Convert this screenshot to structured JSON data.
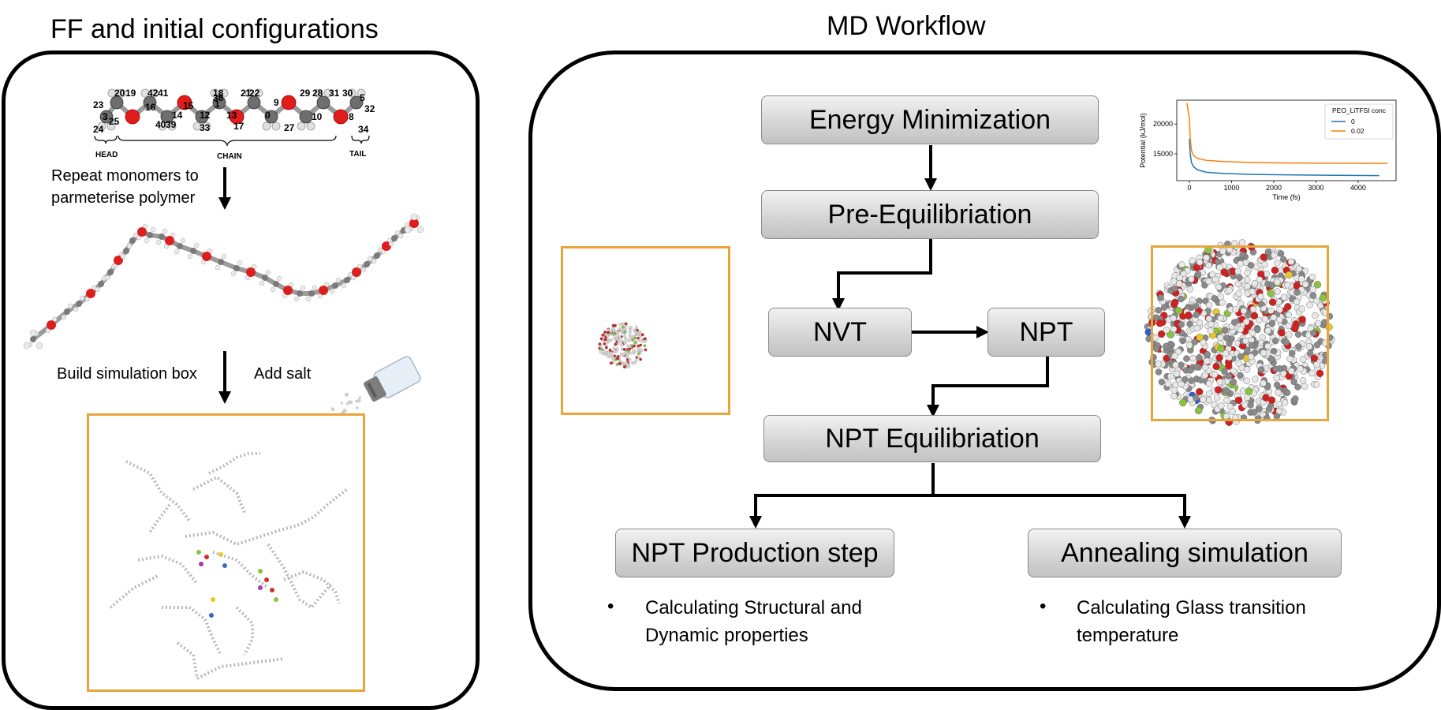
{
  "left_panel": {
    "title": "FF and initial configurations",
    "atom_numbers": [
      "20",
      "19",
      "42",
      "41",
      "15",
      "18",
      "38",
      "1",
      "21",
      "22",
      "29",
      "28",
      "31",
      "30",
      "32",
      "23",
      "3",
      "16",
      "14",
      "12",
      "13",
      "0",
      "9",
      "8",
      "24",
      "25",
      "40",
      "39",
      "33",
      "17",
      "27",
      "10",
      "34",
      "5"
    ],
    "labels": {
      "head": "HEAD",
      "chain": "CHAIN",
      "tail": "TAIL"
    },
    "step1_text_line1": "Repeat monomers to",
    "step1_text_line2": "parmeterise polymer",
    "step2_text": "Build simulation box",
    "step3_text": "Add salt"
  },
  "right_panel": {
    "title": "MD Workflow",
    "steps": {
      "energy_minimization": "Energy Minimization",
      "pre_equilibration": "Pre-Equilibriation",
      "nvt": "NVT",
      "npt": "NPT",
      "npt_equilibration": "NPT Equilibriation",
      "npt_production": "NPT Production step",
      "annealing": "Annealing simulation"
    },
    "bullets": {
      "left_line1": "Calculating Structural and",
      "left_line2": "Dynamic properties",
      "right_line1": "Calculating Glass transition",
      "right_line2": "temperature",
      "bullet_char": "•"
    }
  },
  "chart_data": {
    "type": "line",
    "xlabel": "Time (fs)",
    "ylabel": "Potential (kJ/mol)",
    "xlim": [
      -300,
      4900
    ],
    "ylim": [
      10500,
      24000
    ],
    "xticks": [
      0,
      1000,
      2000,
      3000,
      4000
    ],
    "yticks": [
      15000,
      20000
    ],
    "legend_title": "PEO_LiTFSI conc",
    "legend_position": "top-right",
    "series": [
      {
        "name": "0",
        "color": "#1f77b4",
        "x": [
          0,
          20,
          50,
          100,
          200,
          400,
          800,
          1500,
          2500,
          3500,
          4500
        ],
        "y": [
          17500,
          15000,
          13500,
          12800,
          12300,
          11900,
          11700,
          11550,
          11450,
          11400,
          11350
        ]
      },
      {
        "name": "0.02",
        "color": "#ff7f0e",
        "x": [
          -60,
          0,
          20,
          50,
          100,
          200,
          400,
          800,
          1500,
          2500,
          3500,
          4700
        ],
        "y": [
          23500,
          21000,
          17500,
          15500,
          14700,
          14200,
          13900,
          13700,
          13550,
          13450,
          13420,
          13400
        ]
      }
    ]
  }
}
